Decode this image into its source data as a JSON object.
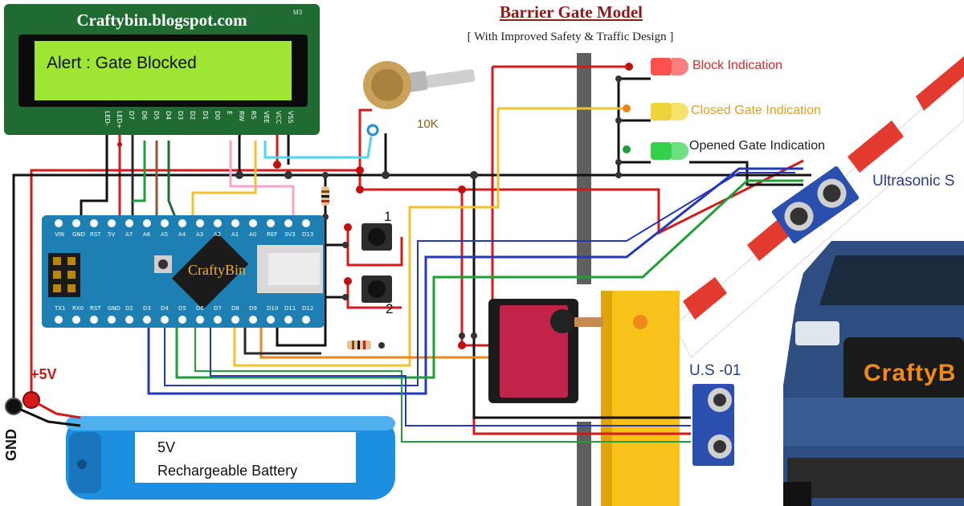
{
  "header": {
    "title": "Barrier Gate Model",
    "subtitle": "[ With Improved Safety & Traffic Design ]"
  },
  "lcd": {
    "website": "Craftybin.blogspot.com",
    "model_mark": "M3",
    "message": "Alert : Gate Blocked",
    "pins": [
      "LED-",
      "LED+",
      "D7",
      "D6",
      "D5",
      "D4",
      "D3",
      "D2",
      "D1",
      "D0",
      "E",
      "RW",
      "RS",
      "VEE",
      "VCC",
      "VSS"
    ]
  },
  "leds": [
    {
      "label": "Block Indication",
      "color": "#d63a3a"
    },
    {
      "label": "Closed Gate Indication",
      "color": "#e0a020"
    },
    {
      "label": "Opened Gate Indication",
      "color": "#222222"
    }
  ],
  "potentiometer": {
    "label": "10K"
  },
  "buttons": [
    {
      "label": "1"
    },
    {
      "label": "2"
    }
  ],
  "arduino": {
    "brand": "CraftyBin",
    "top_pins": [
      "D12",
      "D11",
      "D10",
      "D9",
      "D8",
      "D7",
      "D6",
      "D5",
      "D4",
      "D3",
      "D2",
      "GND",
      "RST",
      "RX0",
      "TX1"
    ],
    "bottom_pins": [
      "VIN",
      "GND",
      "RST",
      "5V",
      "A7",
      "A6",
      "A5",
      "A4",
      "A3",
      "A2",
      "A1",
      "A0",
      "REF",
      "3V3",
      "D13"
    ]
  },
  "power": {
    "plus_label": "+5V",
    "ground_label": "GND"
  },
  "battery": {
    "line1": "5V",
    "line2": "Rechargeable Battery"
  },
  "sensors": [
    {
      "label": "Ultrasonic S"
    },
    {
      "label": "U.S -01"
    }
  ],
  "vehicle": {
    "brand": "CraftyB"
  },
  "colors": {
    "wire_red": "#d41a1a",
    "wire_black": "#111111",
    "wire_yellow": "#f2c12e",
    "wire_orange": "#e8861c",
    "wire_green": "#1f9e3a",
    "wire_blue": "#2438b8",
    "wire_pink": "#f5a6c8",
    "wire_cyan": "#4fd6ef",
    "lcd_green": "#9ee534",
    "board_blue": "#1e7fb3",
    "battery_blue": "#1d8fe0",
    "gate_yellow": "#f8c21a",
    "barrier_red": "#e23a2e"
  }
}
